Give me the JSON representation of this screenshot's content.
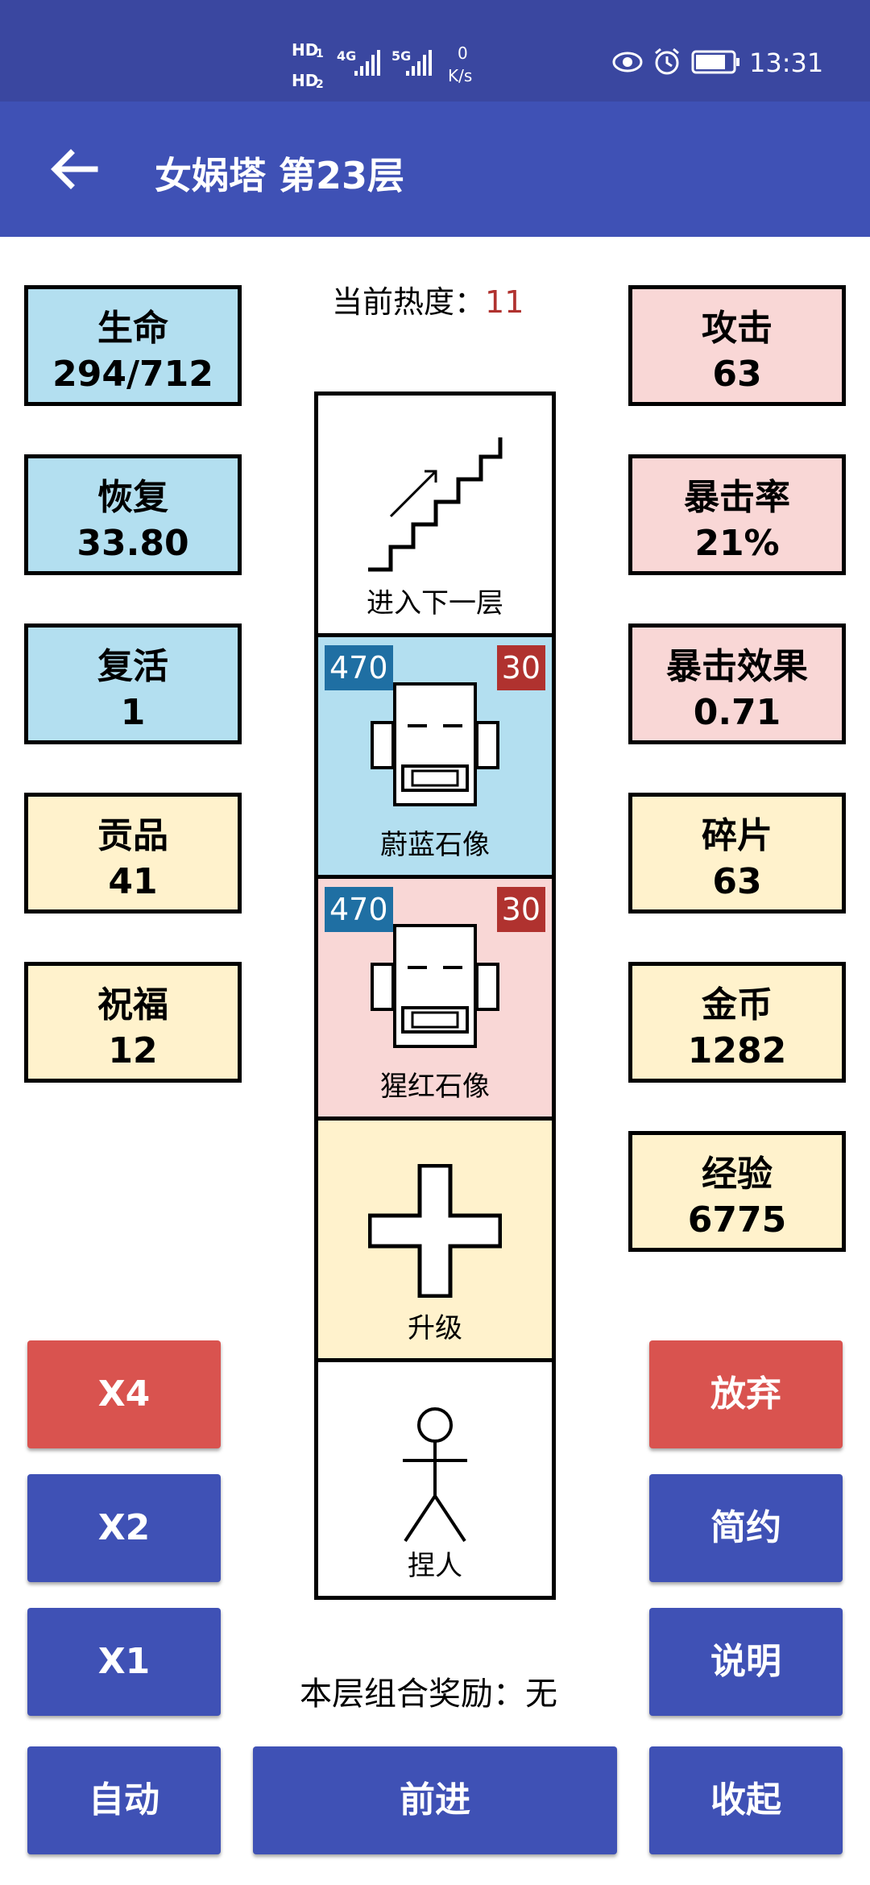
{
  "status_bar": {
    "hd1": "HD",
    "hd1_sub": "1",
    "hd2": "HD",
    "hd2_sub": "2",
    "net1": "4G",
    "net2": "5G",
    "speed_value": "0",
    "speed_unit": "K/s",
    "time": "13:31",
    "icons": [
      "eye-icon",
      "alarm-icon",
      "battery-icon",
      "signal-icon"
    ]
  },
  "app_bar": {
    "title": "女娲塔 第23层",
    "back_icon": "arrow-left-icon"
  },
  "heat": {
    "label": "当前热度：",
    "value": "11"
  },
  "left_stats": [
    {
      "label": "生命",
      "value": "294/712"
    },
    {
      "label": "恢复",
      "value": "33.80"
    },
    {
      "label": "复活",
      "value": "1"
    },
    {
      "label": "贡品",
      "value": "41"
    },
    {
      "label": "祝福",
      "value": "12"
    }
  ],
  "right_stats": [
    {
      "label": "攻击",
      "value": "63"
    },
    {
      "label": "暴击率",
      "value": "21%"
    },
    {
      "label": "暴击效果",
      "value": "0.71"
    },
    {
      "label": "碎片",
      "value": "63"
    },
    {
      "label": "金币",
      "value": "1282"
    },
    {
      "label": "经验",
      "value": "6775"
    }
  ],
  "tower": [
    {
      "caption": "进入下一层",
      "icon": "stairs-icon"
    },
    {
      "caption": "蔚蓝石像",
      "icon": "statue-icon",
      "hp": "470",
      "atk": "30"
    },
    {
      "caption": "猩红石像",
      "icon": "statue-icon",
      "hp": "470",
      "atk": "30"
    },
    {
      "caption": "升级",
      "icon": "plus-icon"
    },
    {
      "caption": "捏人",
      "icon": "person-icon"
    }
  ],
  "reward": {
    "text": "本层组合奖励：无"
  },
  "buttons": {
    "x4": "X4",
    "x2": "X2",
    "x1": "X1",
    "auto": "自动",
    "forward": "前进",
    "give_up": "放弃",
    "simple": "简约",
    "help": "说明",
    "collapse": "收起"
  },
  "colors": {
    "primary": "#3f51b5",
    "status_bar": "#3a47a0",
    "danger": "#d9534f",
    "stat_blue": "#b3dff0",
    "stat_pink": "#f9d7d6",
    "stat_yellow": "#fff2cc",
    "heat_value": "#b0322f",
    "hp_badge": "#1f6fa3",
    "atk_badge": "#b0322f"
  }
}
